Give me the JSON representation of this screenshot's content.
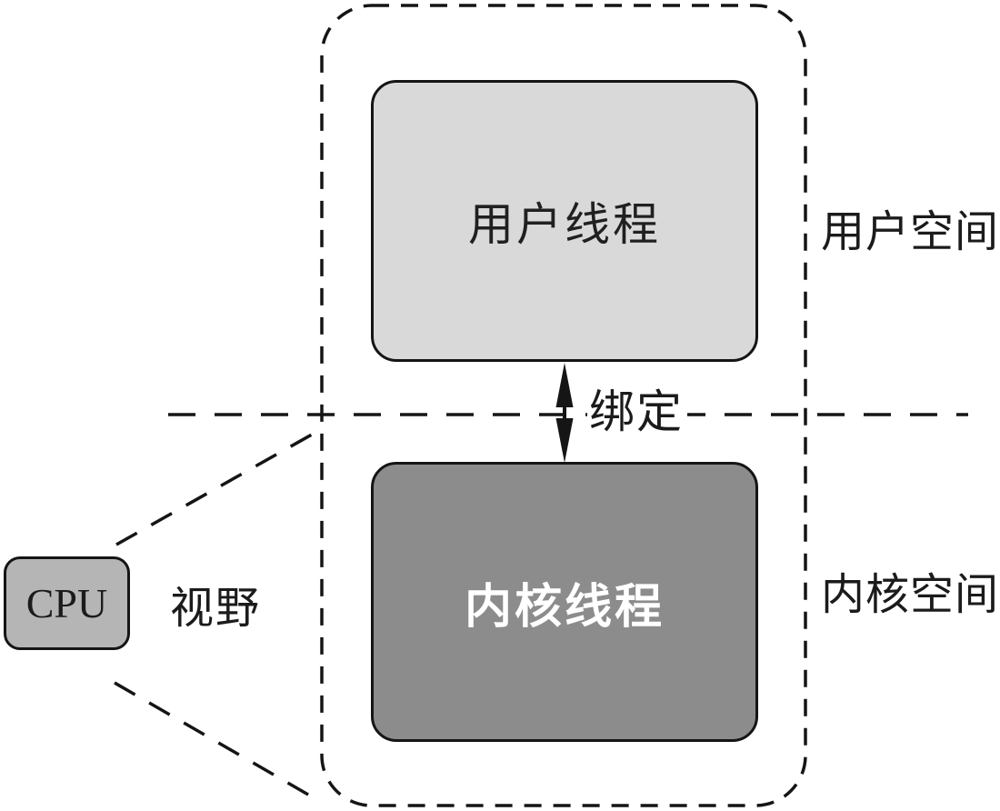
{
  "diagram": {
    "title_implicit": "user thread to kernel thread one-to-one binding model",
    "user_thread_box": {
      "label": "用户线程",
      "fill": "#d9d9d9"
    },
    "kernel_thread_box": {
      "label": "内核线程",
      "fill": "#8c8c8c"
    },
    "binding_arrow_label": "绑定",
    "user_space_label": "用户空间",
    "kernel_space_label": "内核空间",
    "cpu_box": {
      "label": "CPU",
      "fill": "#b5b5b5"
    },
    "cpu_view_label": "视野",
    "colors": {
      "background": "#ffffff",
      "line": "#151515",
      "user_thread_fill": "#d9d9d9",
      "kernel_thread_fill": "#8c8c8c",
      "cpu_fill": "#b5b5b5",
      "kernel_thread_text": "#ffffff",
      "dark_text": "#1b1b1b"
    }
  }
}
